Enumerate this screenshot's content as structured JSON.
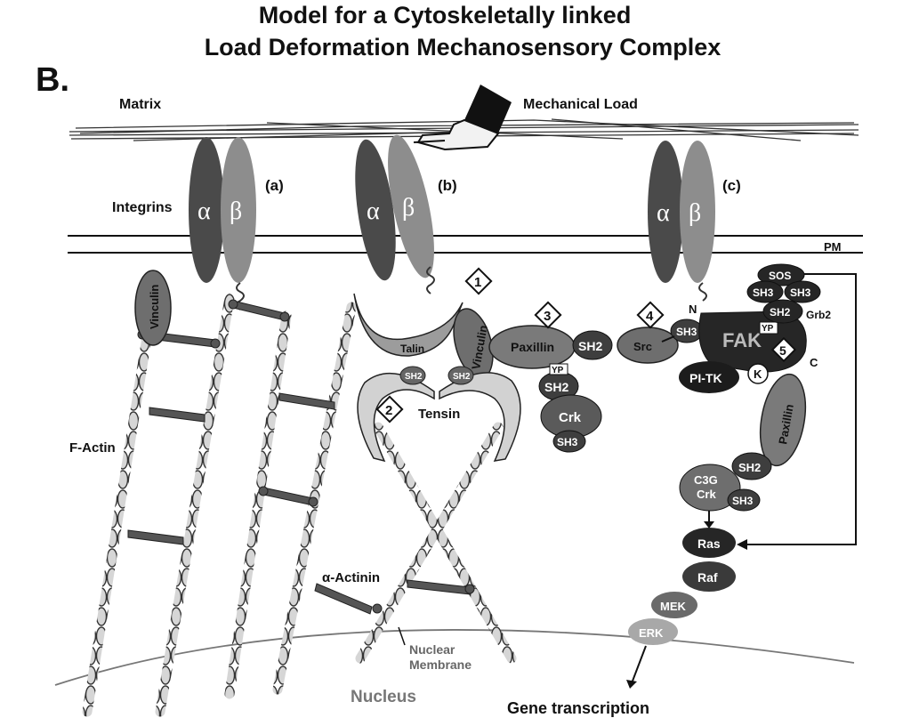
{
  "header": {
    "title_line1": "Model for a Cytoskeletally linked",
    "title_line2": "Load Deformation Mechanosensory Complex",
    "panel": "B."
  },
  "labels": {
    "matrix": "Matrix",
    "mechanical_load": "Mechanical Load",
    "integrins": "Integrins",
    "pm": "PM",
    "f_actin": "F-Actin",
    "alpha_actinin": "α-Actinin",
    "nuclear_membrane_1": "Nuclear",
    "nuclear_membrane_2": "Membrane",
    "nucleus": "Nucleus",
    "gene_transcription": "Gene transcription",
    "n_term": "N",
    "c_term": "C",
    "grb2": "Grb2"
  },
  "integrins": [
    {
      "alpha": "α",
      "beta": "β",
      "tag": "(a)"
    },
    {
      "alpha": "α",
      "beta": "β",
      "tag": "(b)"
    },
    {
      "alpha": "α",
      "beta": "β",
      "tag": "(c)"
    }
  ],
  "proteins": {
    "vinculin_left": "Vinculin",
    "talin": "Talin",
    "vinculin_mid": "Vinculin",
    "tensin": "Tensin",
    "sh2_a": "SH2",
    "sh2_b": "SH2",
    "paxillin_mid": "Paxillin",
    "sh2_pax": "SH2",
    "yp_mid": "YP",
    "sh2_crk": "SH2",
    "crk": "Crk",
    "sh3_crk": "SH3",
    "src": "Src",
    "sh3_src": "SH3",
    "fak": "FAK",
    "yp_fak": "YP",
    "k": "K",
    "pitk": "PI-TK",
    "sos": "SOS",
    "sh3_grb_1": "SH3",
    "sh3_grb_2": "SH3",
    "sh2_grb": "SH2",
    "paxillin_right": "Paxillin",
    "sh2_right": "SH2",
    "c3g": "C3G",
    "crk_right": "Crk",
    "sh3_right": "SH3",
    "ras": "Ras",
    "raf": "Raf",
    "mek": "MEK",
    "erk": "ERK"
  },
  "steps": [
    "1",
    "2",
    "3",
    "4",
    "5"
  ]
}
